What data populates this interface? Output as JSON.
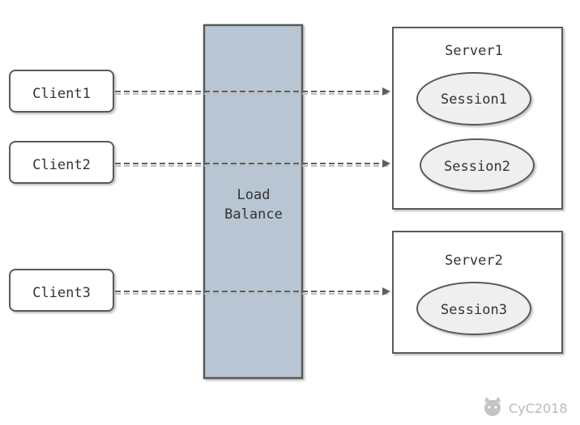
{
  "diagram": {
    "clients": [
      {
        "label": "Client1"
      },
      {
        "label": "Client2"
      },
      {
        "label": "Client3"
      }
    ],
    "load_balancer": {
      "line1": "Load",
      "line2": "Balance"
    },
    "servers": [
      {
        "label": "Server1",
        "sessions": [
          "Session1",
          "Session2"
        ]
      },
      {
        "label": "Server2",
        "sessions": [
          "Session3"
        ]
      }
    ]
  },
  "watermark": {
    "text": "CyC2018"
  },
  "colors": {
    "load_balancer_fill": "#b8c6d3",
    "box_stroke": "#5a5a5a",
    "session_fill": "#efefef",
    "arrow": "#5e5e5e",
    "watermark": "#bbbbbb"
  }
}
